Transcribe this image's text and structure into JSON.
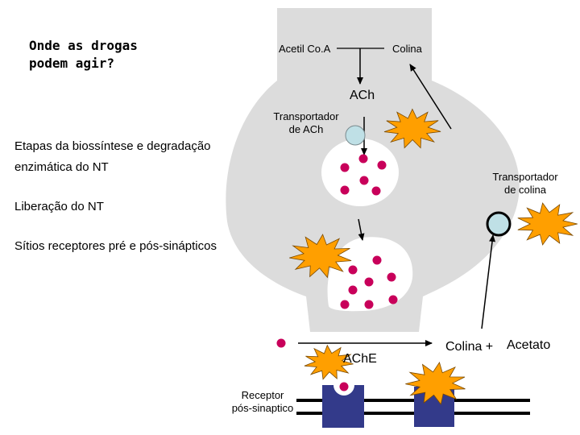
{
  "title": {
    "line1": "Onde as drogas",
    "line2": "podem agir?"
  },
  "steps": {
    "biosynthesis_line1": "Etapas da biossíntese  e degradação",
    "biosynthesis_line2": "enzimática do NT",
    "release": "Liberação do NT",
    "receptors": "Sítios receptores pré e pós-sinápticos"
  },
  "labels": {
    "acetyl_coa": "Acetil Co.A",
    "choline": "Colina",
    "ach": "ACh",
    "ach_transporter_line1": "Transportador",
    "ach_transporter_line2": "de ACh",
    "choline_transporter_line1": "Transportador",
    "choline_transporter_line2": "de colina",
    "ache": "AChE",
    "choline_acetate_a": "Colina +",
    "choline_acetate_b": "Acetato",
    "receptor_line1": "Receptor",
    "receptor_line2": "pós-sinaptico"
  },
  "colors": {
    "terminal": "#dcdcdc",
    "vesicle": "#ffffff",
    "molecule": "#c8005a",
    "transporter": "#bfe0e6",
    "starburst_fill": "#ff9f00",
    "receptor": "#333a8a",
    "membrane": "#000000"
  }
}
